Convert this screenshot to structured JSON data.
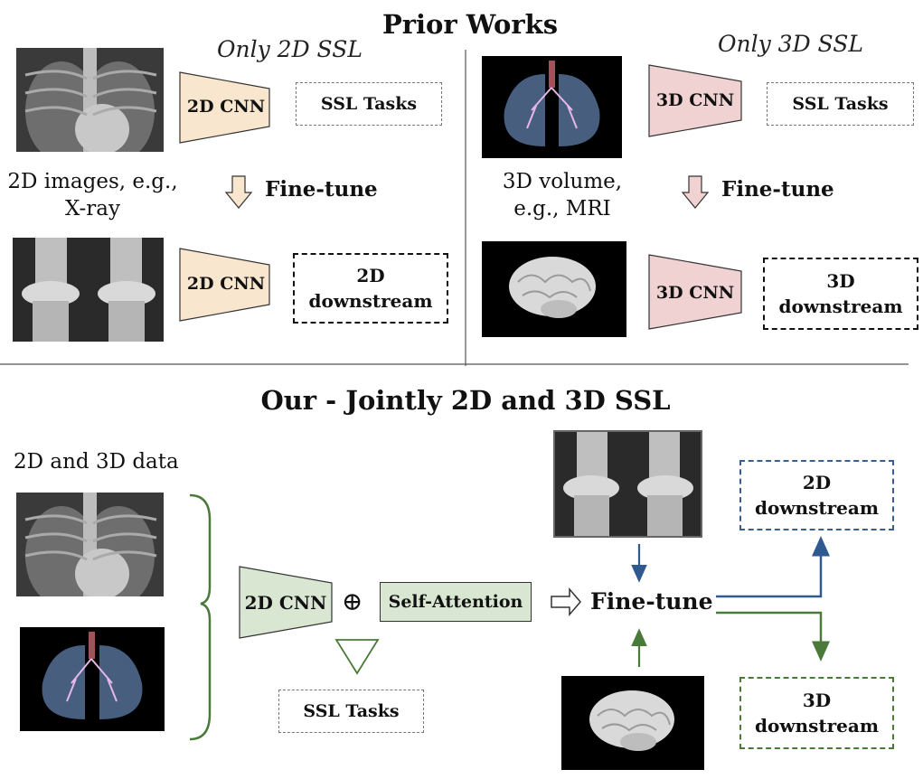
{
  "prior": {
    "title": "Prior Works",
    "left": {
      "subtitle": "Only 2D SSL",
      "top_cnn": "2D CNN",
      "ssl_tasks": "SSL Tasks",
      "arrow_label": "Fine-tune",
      "data_caption": "2D images, e.g., X-ray",
      "bottom_cnn": "2D CNN",
      "downstream": "2D downstream"
    },
    "right": {
      "subtitle": "Only 3D SSL",
      "top_cnn": "3D CNN",
      "ssl_tasks": "SSL Tasks",
      "arrow_label": "Fine-tune",
      "data_caption": "3D volume, e.g., MRI",
      "bottom_cnn": "3D CNN",
      "downstream": "3D downstream"
    }
  },
  "ours": {
    "title": "Our - Jointly 2D and 3D SSL",
    "data_label": "2D and 3D data",
    "cnn": "2D CNN",
    "oplus": "⊕",
    "attention": "Self-Attention",
    "fine_tune": "Fine-tune",
    "ssl_tasks": "SSL Tasks",
    "downstream_2d": "2D downstream",
    "downstream_3d": "3D downstream"
  },
  "colors": {
    "cnn_2d_fill": "#f8e6cf",
    "cnn_3d_fill": "#f0d2d2",
    "joint_fill": "#d9e7d2",
    "green_line": "#4a7a3a",
    "blue_line": "#2f5a8f"
  },
  "icons": [
    "chest-xray-image",
    "knee-xray-image",
    "lung-3d-image",
    "brain-3d-image",
    "down-arrow-icon",
    "right-arrow-icon",
    "brace-icon",
    "triangle-icon"
  ]
}
